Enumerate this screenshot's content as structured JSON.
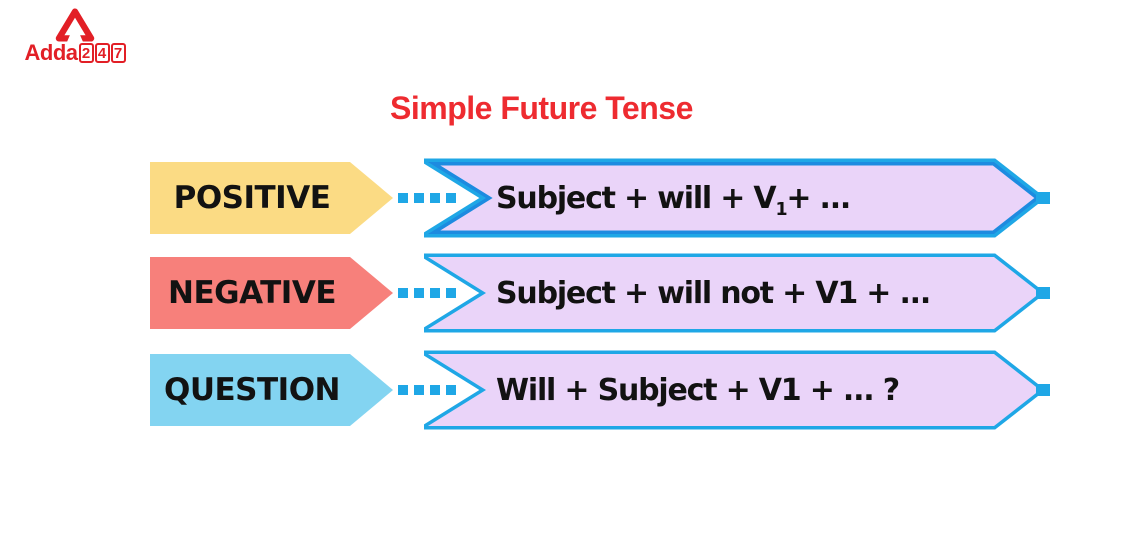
{
  "logo": {
    "brand": "Adda",
    "digits": [
      "2",
      "4",
      "7"
    ],
    "color": "#E21F26"
  },
  "title": {
    "text": "Simple Future Tense",
    "color": "#EE2B30"
  },
  "rows": [
    {
      "label": "POSITIVE",
      "label_color": "#FBDB84",
      "formula_pre": "Subject + will + V",
      "formula_sub": "1",
      "formula_post": " + ..."
    },
    {
      "label": "NEGATIVE",
      "label_color": "#F7807B",
      "formula_pre": "Subject + will not + V1 + ...",
      "formula_sub": "",
      "formula_post": ""
    },
    {
      "label": "QUESTION",
      "label_color": "#83D4F1",
      "formula_pre": "Will + Subject + V1 + ... ?",
      "formula_sub": "",
      "formula_post": ""
    }
  ],
  "colors": {
    "banner_fill": "#EAD4F9",
    "banner_border": "#1FA7E6",
    "connector_dots": "#1FA7E6",
    "label_text": "#121212",
    "formula_text": "#121212"
  }
}
